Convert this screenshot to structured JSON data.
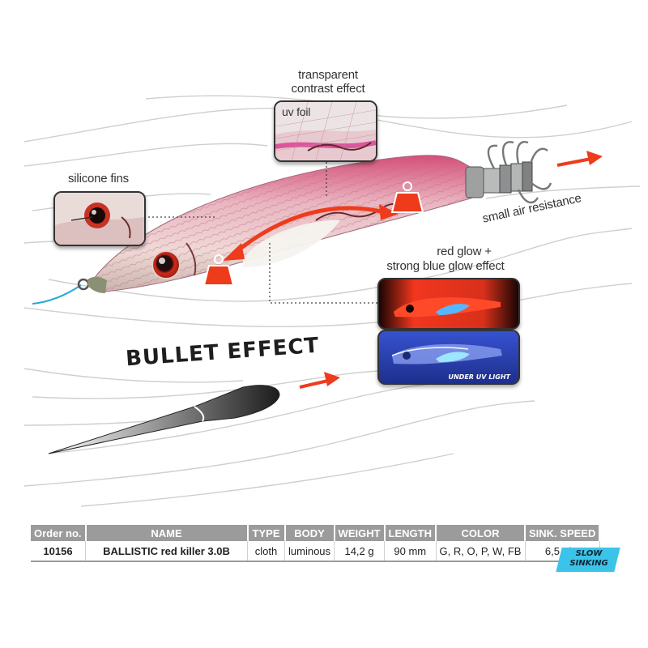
{
  "labels": {
    "transparent_effect": [
      "transparent",
      "contrast effect"
    ],
    "uv_foil": "uv foil",
    "silicone_fins": "silicone fins",
    "small_air_resistance": "small air resistance",
    "glow_effect": [
      "red glow +",
      "strong blue glow effect"
    ],
    "under_uv_light": "UNDER UV LIGHT",
    "bullet_effect": "BULLET EFFECT"
  },
  "table": {
    "headers": [
      "Order no.",
      "NAME",
      "TYPE",
      "BODY",
      "WEIGHT",
      "LENGTH",
      "COLOR",
      "SINK. SPEED"
    ],
    "rows": [
      [
        "10156",
        "BALLISTIC red killer 3.0B",
        "cloth",
        "luminous",
        "14,2 g",
        "90 mm",
        "G, R, O, P, W, FB",
        "6,5 s/m"
      ]
    ]
  },
  "badge": {
    "lines": [
      "SLOW",
      "SINKING"
    ],
    "color": "#3cc3ea"
  },
  "colors": {
    "accent_red": "#ee3b1c",
    "uv_blue": "#2c49c4",
    "glow_red": "#f2361e",
    "table_header": "#9b9b9b"
  }
}
